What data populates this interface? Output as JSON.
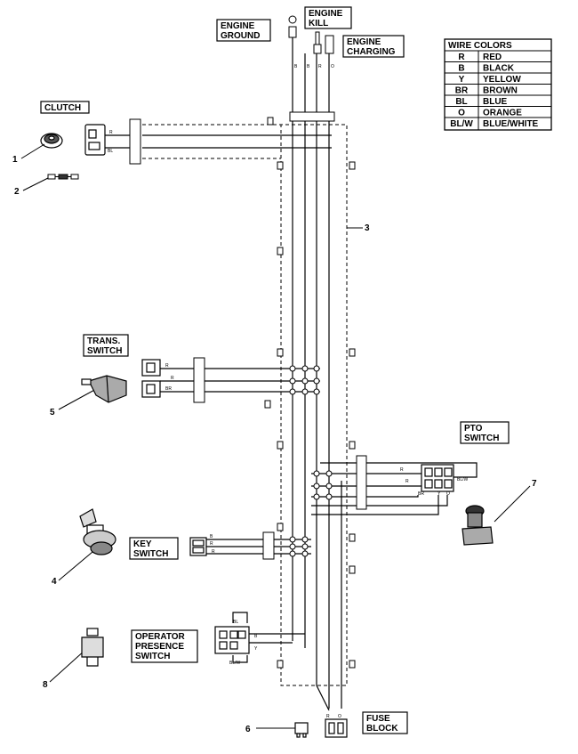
{
  "labels": {
    "engine_ground": [
      "ENGINE",
      "GROUND"
    ],
    "engine_kill": [
      "ENGINE",
      "KILL"
    ],
    "engine_charging": [
      "ENGINE",
      "CHARGING"
    ],
    "clutch": "CLUTCH",
    "trans_switch": [
      "TRANS.",
      "SWITCH"
    ],
    "pto_switch": [
      "PTO",
      "SWITCH"
    ],
    "key_switch": [
      "KEY",
      "SWITCH"
    ],
    "operator_presence_switch": [
      "OPERATOR",
      "PRESENCE",
      "SWITCH"
    ],
    "fuse_block": [
      "FUSE",
      "BLOCK"
    ]
  },
  "legend": {
    "title": "WIRE COLORS",
    "rows": [
      {
        "code": "R",
        "color": "RED"
      },
      {
        "code": "B",
        "color": "BLACK"
      },
      {
        "code": "Y",
        "color": "YELLOW"
      },
      {
        "code": "BR",
        "color": "BROWN"
      },
      {
        "code": "BL",
        "color": "BLUE"
      },
      {
        "code": "O",
        "color": "ORANGE"
      },
      {
        "code": "BL/W",
        "color": "BLUE/WHITE"
      }
    ]
  },
  "callouts": [
    "1",
    "2",
    "3",
    "4",
    "5",
    "6",
    "7",
    "8"
  ],
  "wire_codes": {
    "r": "R",
    "b": "B",
    "o": "O",
    "y": "Y",
    "br": "BR",
    "bl": "BL",
    "blw": "BL/W"
  }
}
